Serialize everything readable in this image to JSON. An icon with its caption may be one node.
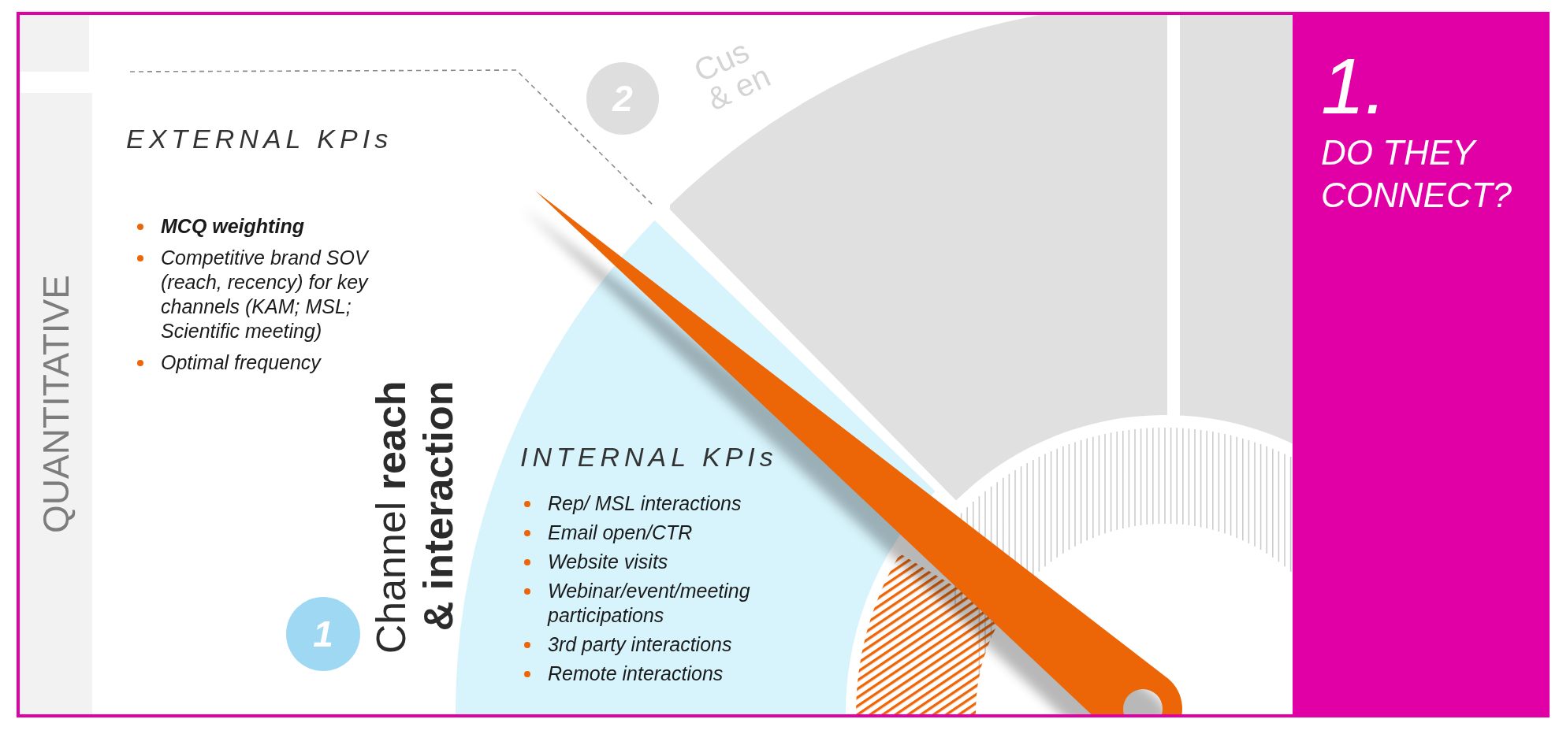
{
  "diagram": {
    "nodes": [
      {
        "text": [
          "QUANTITATIVE"
        ]
      },
      {
        "text": [
          "2"
        ]
      },
      {
        "text": [
          "INTERNAL KPIs",
          "Rep/ MSL interactions",
          "Email open/CTR",
          "Website visits",
          "Webinar/event/meeting participations",
          "3rd party interactions",
          "Remote interactions"
        ]
      },
      {
        "text": [
          "1"
        ]
      },
      {
        "text": [
          "1.",
          "DO THEY CONNECT?"
        ]
      }
    ],
    "labels": [
      "Cus & en",
      "EXTERNAL KPIs",
      "MCQ weighting",
      "Competitive brand SOV (reach, recency) for key channels (KAM; MSL; Scientific meeting)",
      "Optimal frequency",
      "Channel **reach & interaction**"
    ]
  }
}
